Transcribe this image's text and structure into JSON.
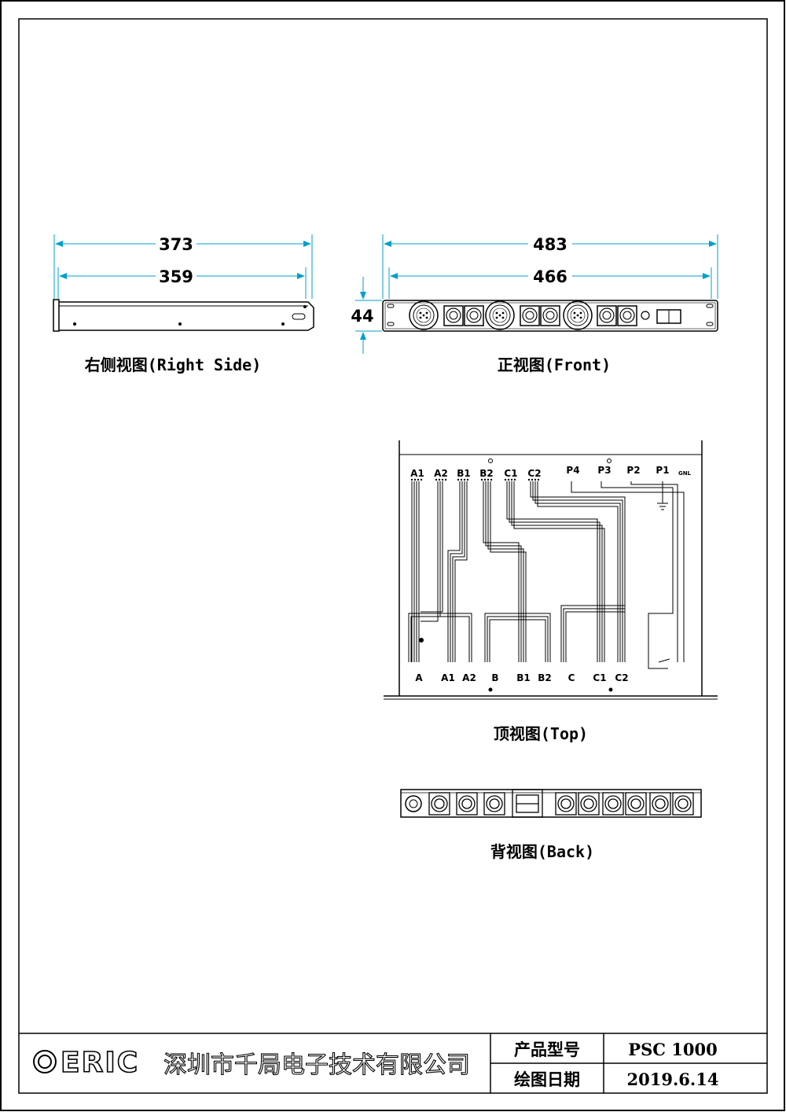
{
  "dimensions": {
    "right_length": "373",
    "right_inner": "359",
    "front_width": "483",
    "front_inner": "466",
    "front_height": "44"
  },
  "captions": {
    "right_side": "右侧视图(Right Side)",
    "front": "正视图(Front)",
    "top": "顶视图(Top)",
    "back": "背视图(Back)"
  },
  "top_view": {
    "top_row_labels": [
      "A1",
      "A2",
      "B1",
      "B2",
      "C1",
      "C2"
    ],
    "power_labels": [
      "P4",
      "P3",
      "P2",
      "P1",
      "GNL"
    ],
    "bottom_row_labels": [
      "A",
      "A1",
      "A2",
      "B",
      "B1",
      "B2",
      "C",
      "C1",
      "C2"
    ]
  },
  "title_block": {
    "logo_text": "ERIC",
    "company": "深圳市千局电子技术有限公司",
    "product_label": "产品型号",
    "product_value": "PSC 1000",
    "date_label": "绘图日期",
    "date_value": "2019.6.14"
  },
  "colors": {
    "line": "#000000",
    "dimension": "#00a0c8"
  }
}
